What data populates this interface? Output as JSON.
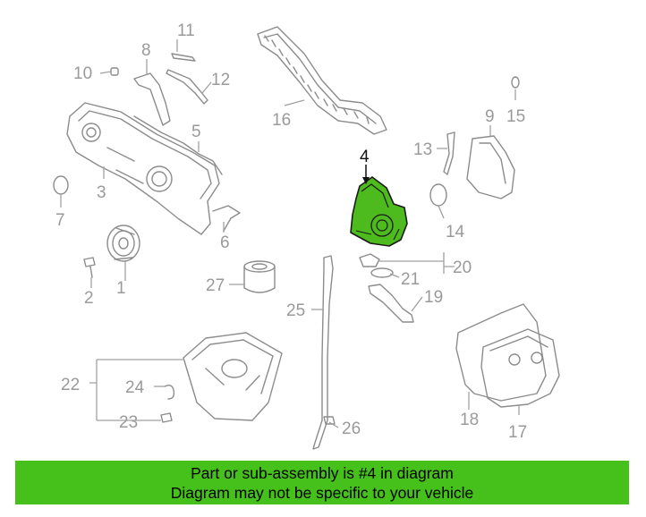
{
  "highlight_color": "#4dbb1e",
  "banner_color": "#46c11c",
  "highlighted_part": "4",
  "callouts": [
    "1",
    "2",
    "3",
    "4",
    "5",
    "6",
    "7",
    "8",
    "9",
    "10",
    "11",
    "12",
    "13",
    "14",
    "15",
    "16",
    "17",
    "18",
    "19",
    "20",
    "21",
    "22",
    "23",
    "24",
    "25",
    "26",
    "27"
  ],
  "banner": {
    "line1": "Part or sub-assembly is #4 in diagram",
    "line2": "Diagram may not be specific to your vehicle"
  }
}
